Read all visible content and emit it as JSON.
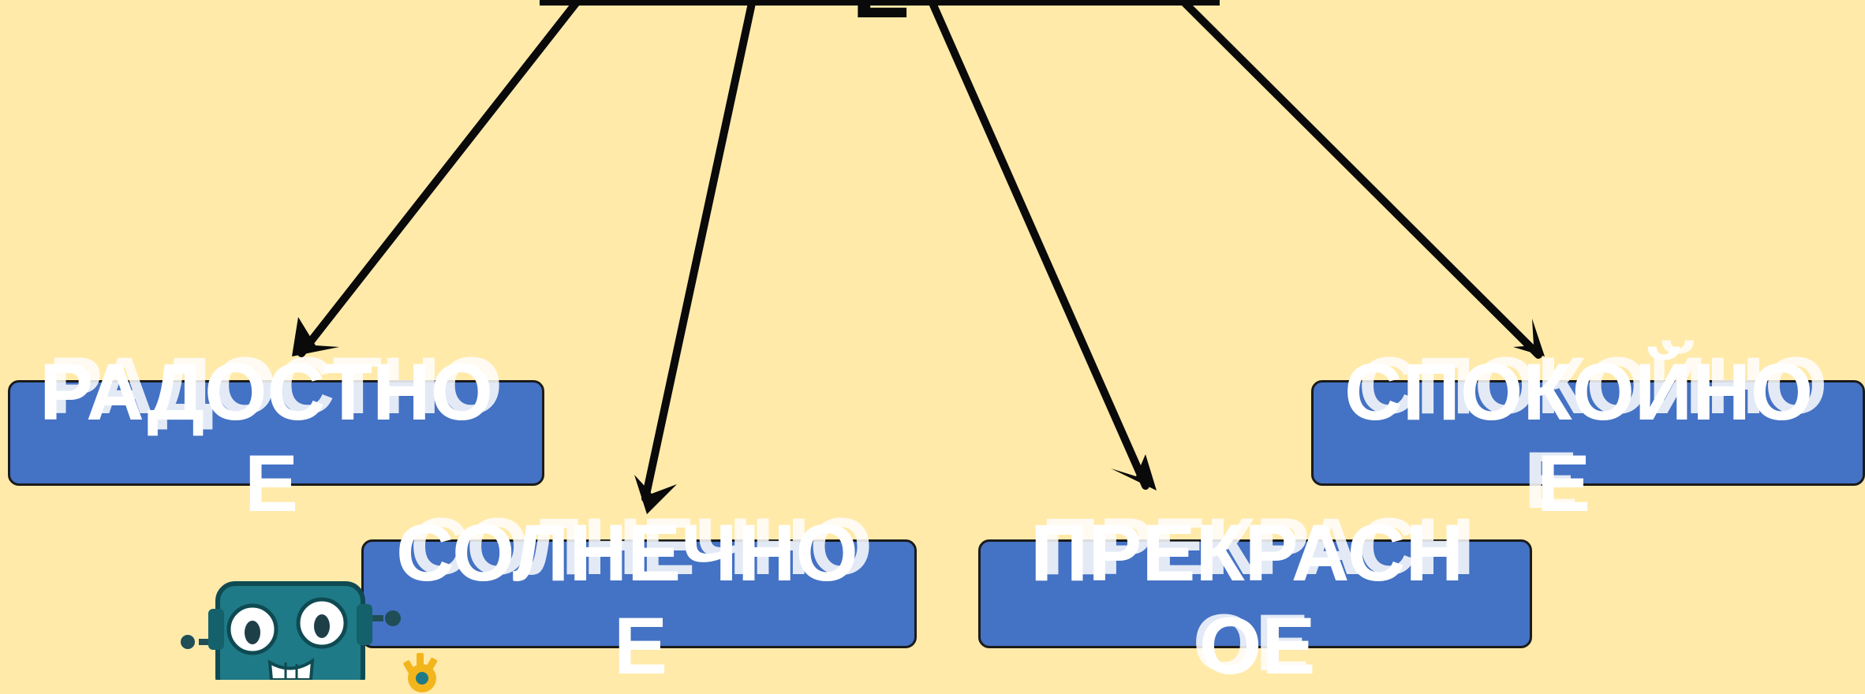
{
  "colors": {
    "background": "#ffeaaa",
    "box_fill": "#4472c4",
    "box_border": "#1b1b1b",
    "box_text": "#ffffff",
    "arrow": "#0a0a0a",
    "robot_body": "#1e7a86",
    "robot_accent": "#f3b51c"
  },
  "root": {
    "visible_letter": "Е"
  },
  "boxes": {
    "joyful": {
      "label_line1": "РАДОСТНО",
      "label_line2": "Е"
    },
    "sunny": {
      "label_line1": "СОЛНЕЧНО",
      "label_line2": "Е"
    },
    "beautiful": {
      "label_line1": "ПРЕКРАСН",
      "label_line2": "ОЕ"
    },
    "calm": {
      "label_line1": "СПОКОЙНО",
      "label_line2": "Е"
    }
  },
  "mascot": {
    "icon": "robot-mascot-icon",
    "accessory_icon": "gear-icon"
  }
}
